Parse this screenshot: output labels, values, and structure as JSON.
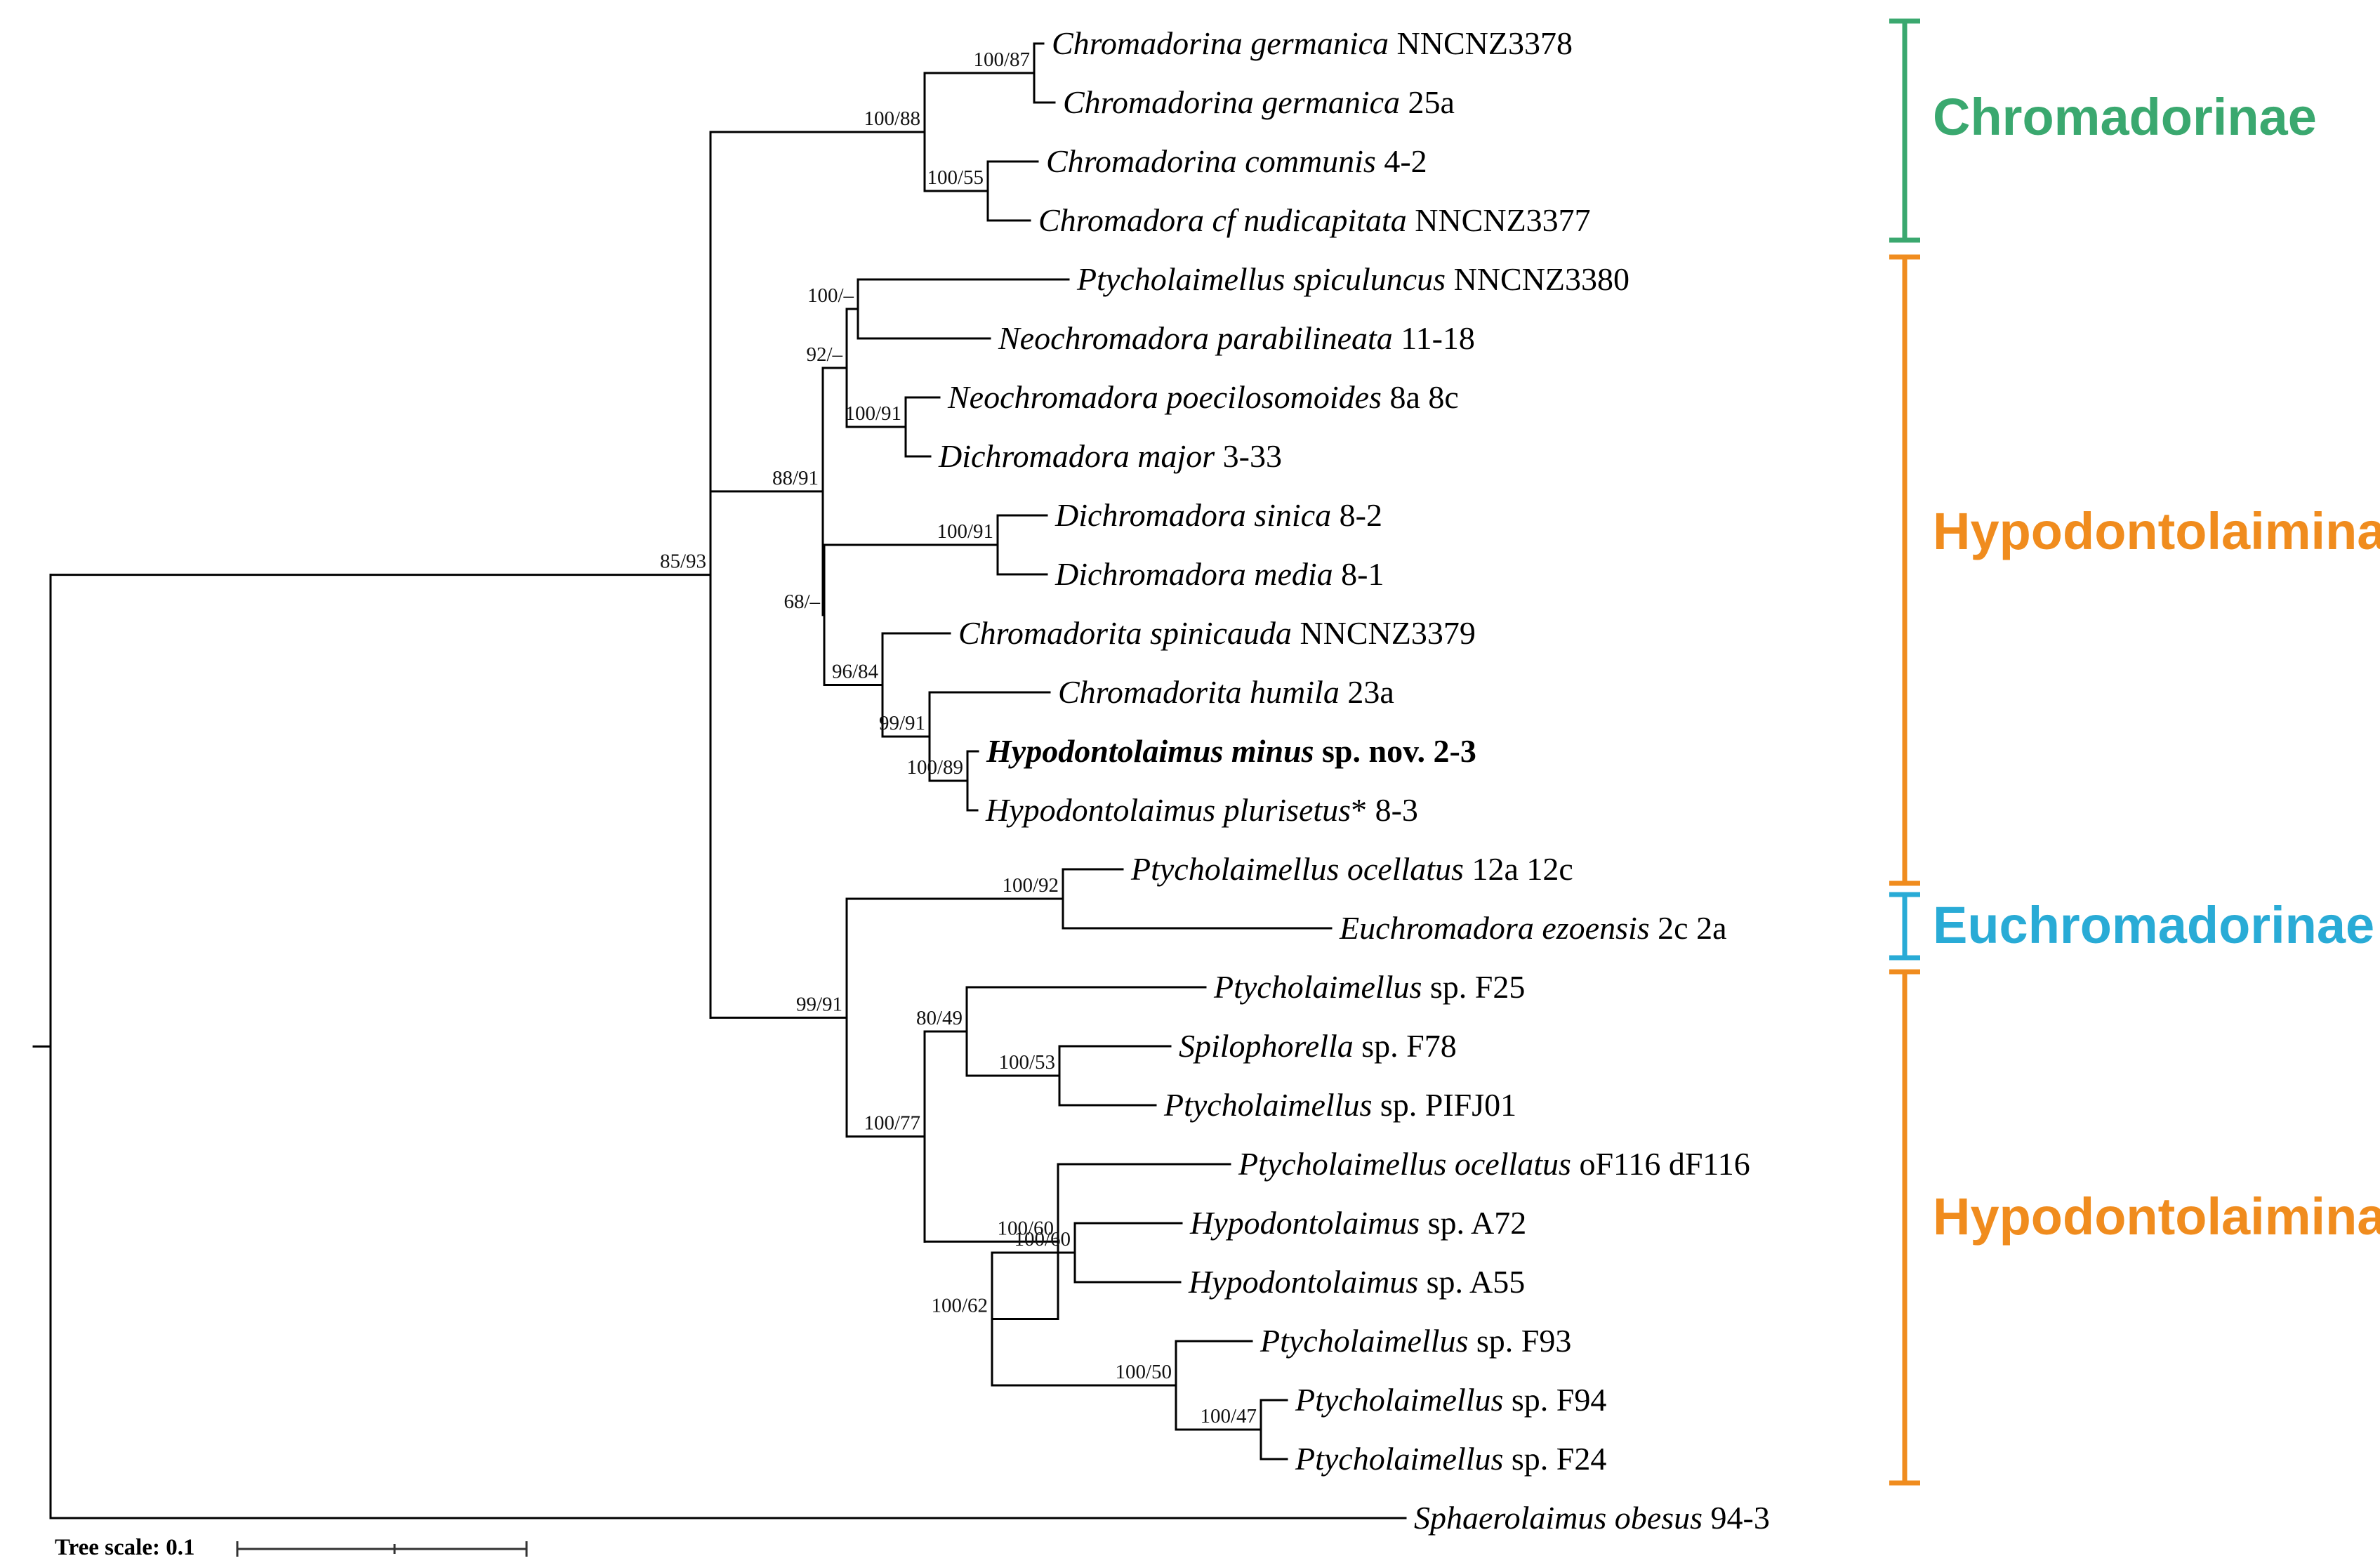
{
  "colors": {
    "chromadorinae": "#3aa86f",
    "hypodontolaiminae": "#f08c1e",
    "euchromadorinae": "#29abd6"
  },
  "scale": {
    "label": "Tree scale: 0.1"
  },
  "clades": [
    {
      "id": "c1",
      "label": "Chromadorinae",
      "color": "#3aa86f"
    },
    {
      "id": "c2",
      "label": "Hypodontolaiminae",
      "color": "#f08c1e"
    },
    {
      "id": "c3",
      "label": "Euchromadorinae",
      "color": "#29abd6"
    },
    {
      "id": "c4",
      "label": "Hypodontolaiminae",
      "color": "#f08c1e"
    }
  ],
  "tree": {
    "c": [
      {
        "s": "85/93",
        "c": [
          {
            "s": "100/88",
            "c": [
              {
                "s": "100/87",
                "c": [
                  {
                    "t": [
                      [
                        "Chromadorina germanica",
                        "i"
                      ],
                      [
                        " NNCNZ3378",
                        "n"
                      ]
                    ]
                  },
                  {
                    "t": [
                      [
                        "Chromadorina germanica",
                        "i"
                      ],
                      [
                        " 25a",
                        "n"
                      ]
                    ]
                  }
                ]
              },
              {
                "s": "100/55",
                "c": [
                  {
                    "t": [
                      [
                        "Chromadorina communis",
                        "i"
                      ],
                      [
                        " 4-2",
                        "n"
                      ]
                    ]
                  },
                  {
                    "t": [
                      [
                        "Chromadora cf nudicapitata",
                        "i"
                      ],
                      [
                        " NNCNZ3377",
                        "n"
                      ]
                    ]
                  }
                ]
              }
            ]
          },
          {
            "s": "88/91",
            "c": [
              {
                "s": "92/–",
                "c": [
                  {
                    "s": "100/–",
                    "c": [
                      {
                        "t": [
                          [
                            "Ptycholaimellus spiculuncus",
                            "i"
                          ],
                          [
                            " NNCNZ3380",
                            "n"
                          ]
                        ]
                      },
                      {
                        "t": [
                          [
                            "Neochromadora parabilineata",
                            "i"
                          ],
                          [
                            " 11-18",
                            "n"
                          ]
                        ]
                      }
                    ]
                  },
                  {
                    "s": "100/91",
                    "c": [
                      {
                        "t": [
                          [
                            "Neochromadora poecilosomoides",
                            "i"
                          ],
                          [
                            " 8a 8c",
                            "n"
                          ]
                        ]
                      },
                      {
                        "t": [
                          [
                            "Dichromadora major",
                            "i"
                          ],
                          [
                            " 3-33",
                            "n"
                          ]
                        ]
                      }
                    ]
                  }
                ]
              },
              {
                "s": "68/–",
                "c": [
                  {
                    "s": "100/91",
                    "c": [
                      {
                        "t": [
                          [
                            "Dichromadora sinica",
                            "i"
                          ],
                          [
                            " 8-2",
                            "n"
                          ]
                        ]
                      },
                      {
                        "t": [
                          [
                            "Dichromadora media",
                            "i"
                          ],
                          [
                            " 8-1",
                            "n"
                          ]
                        ]
                      }
                    ]
                  },
                  {
                    "s": "96/84",
                    "c": [
                      {
                        "t": [
                          [
                            "Chromadorita spinicauda",
                            "i"
                          ],
                          [
                            "  NNCNZ3379",
                            "n"
                          ]
                        ]
                      },
                      {
                        "s": "99/91",
                        "c": [
                          {
                            "t": [
                              [
                                "Chromadorita humila",
                                "i"
                              ],
                              [
                                " 23a",
                                "n"
                              ]
                            ]
                          },
                          {
                            "s": "100/89",
                            "c": [
                              {
                                "t": [
                                  [
                                    "Hypodontolaimus minus",
                                    "bi"
                                  ],
                                  [
                                    " sp. nov. 2-3",
                                    "b"
                                  ]
                                ]
                              },
                              {
                                "t": [
                                  [
                                    "Hypodontolaimus plurisetus",
                                    "i"
                                  ],
                                  [
                                    "* 8-3",
                                    "n"
                                  ]
                                ]
                              }
                            ]
                          }
                        ]
                      }
                    ]
                  }
                ]
              }
            ]
          },
          {
            "s": "99/91",
            "c": [
              {
                "s": "100/92",
                "c": [
                  {
                    "t": [
                      [
                        "Ptycholaimellus ocellatus",
                        "i"
                      ],
                      [
                        " 12a 12c",
                        "n"
                      ]
                    ]
                  },
                  {
                    "t": [
                      [
                        "Euchromadora ezoensis",
                        "i"
                      ],
                      [
                        " 2c 2a",
                        "n"
                      ]
                    ]
                  }
                ]
              },
              {
                "s": "100/77",
                "c": [
                  {
                    "s": "80/49",
                    "c": [
                      {
                        "t": [
                          [
                            "Ptycholaimellus",
                            "i"
                          ],
                          [
                            " sp. F25",
                            "n"
                          ]
                        ]
                      },
                      {
                        "s": "100/53",
                        "c": [
                          {
                            "t": [
                              [
                                "Spilophorella",
                                "i"
                              ],
                              [
                                " sp. F78",
                                "n"
                              ]
                            ]
                          },
                          {
                            "t": [
                              [
                                "Ptycholaimellus",
                                "i"
                              ],
                              [
                                " sp. PIFJ01",
                                "n"
                              ]
                            ]
                          }
                        ]
                      }
                    ]
                  },
                  {
                    "s": "100/60",
                    "c": [
                      {
                        "t": [
                          [
                            "Ptycholaimellus ocellatus",
                            "i"
                          ],
                          [
                            "  oF116 dF116",
                            "n"
                          ]
                        ]
                      },
                      {
                        "s": "100/62",
                        "c": [
                          {
                            "s": "100/60",
                            "c": [
                              {
                                "t": [
                                  [
                                    "Hypodontolaimus",
                                    "i"
                                  ],
                                  [
                                    " sp. A72",
                                    "n"
                                  ]
                                ]
                              },
                              {
                                "t": [
                                  [
                                    "Hypodontolaimus",
                                    "i"
                                  ],
                                  [
                                    " sp. A55",
                                    "n"
                                  ]
                                ]
                              }
                            ]
                          },
                          {
                            "s": "100/50",
                            "c": [
                              {
                                "t": [
                                  [
                                    "Ptycholaimellus",
                                    "i"
                                  ],
                                  [
                                    " sp. F93",
                                    "n"
                                  ]
                                ]
                              },
                              {
                                "s": "100/47",
                                "c": [
                                  {
                                    "t": [
                                      [
                                        "Ptycholaimellus",
                                        "i"
                                      ],
                                      [
                                        " sp. F94",
                                        "n"
                                      ]
                                    ]
                                  },
                                  {
                                    "t": [
                                      [
                                        "Ptycholaimellus",
                                        "i"
                                      ],
                                      [
                                        " sp. F24",
                                        "n"
                                      ]
                                    ]
                                  }
                                ]
                              }
                            ]
                          }
                        ]
                      }
                    ]
                  }
                ]
              }
            ]
          }
        ]
      },
      {
        "t": [
          [
            "Sphaerolaimus obesus",
            "i"
          ],
          [
            " 94-3",
            "n"
          ]
        ]
      }
    ]
  }
}
